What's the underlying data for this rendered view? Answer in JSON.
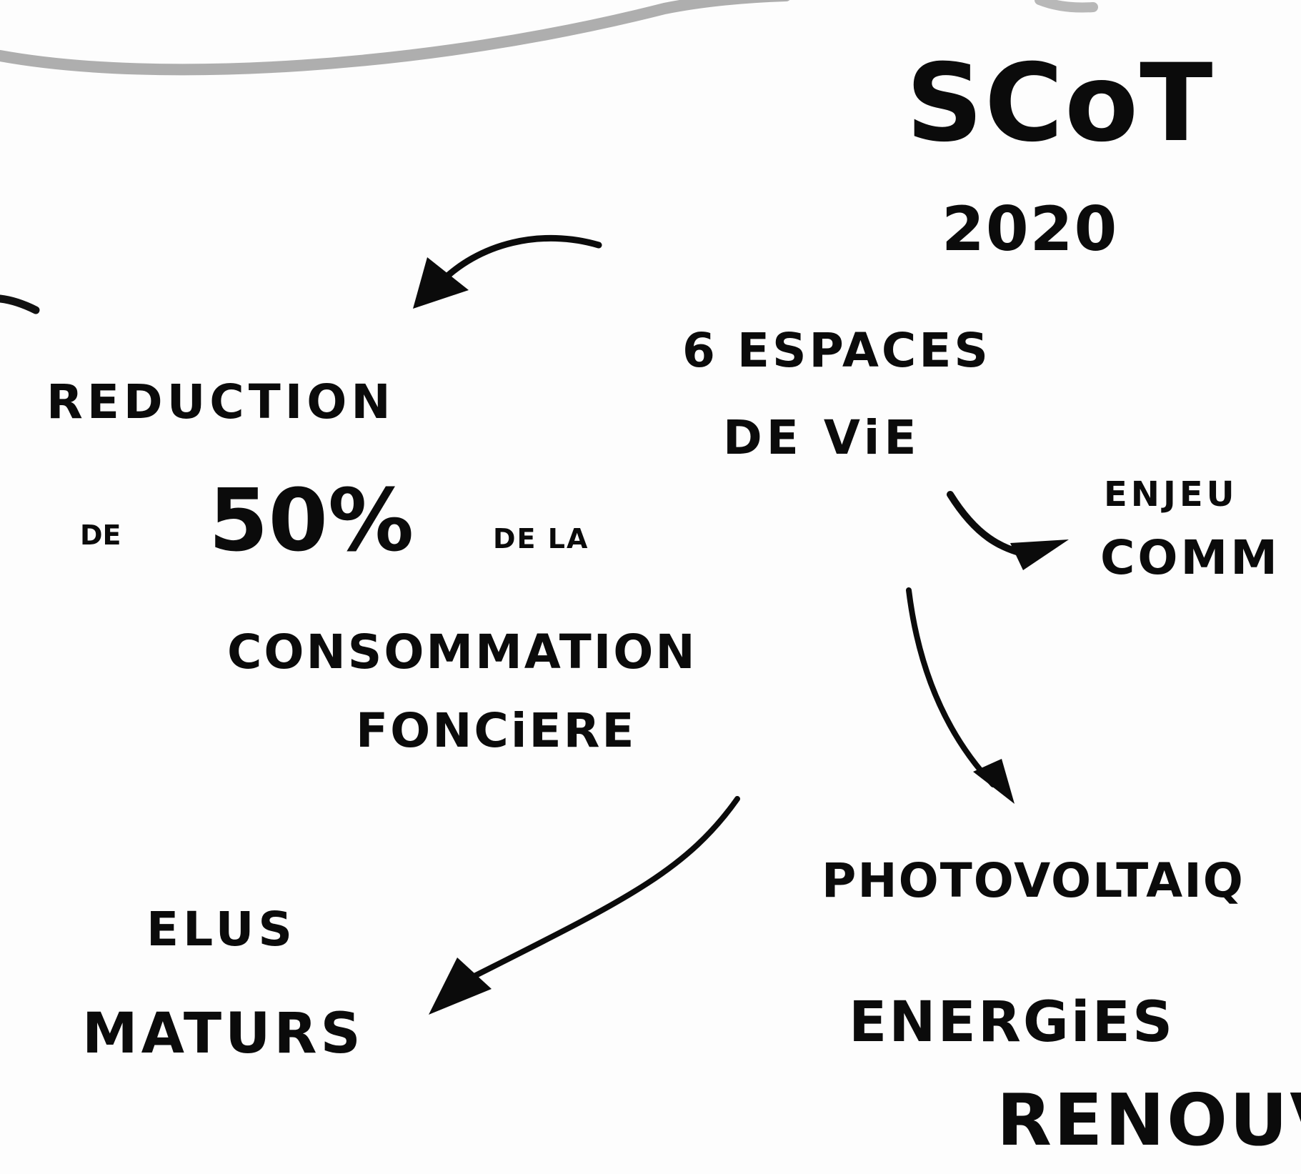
{
  "title": "SCoT",
  "year": "2020",
  "espaces": {
    "line1": "6 ESPACES",
    "line2": "DE ViE"
  },
  "enjeux": {
    "line1": "ENJEU",
    "line2": "COMM"
  },
  "reduction": {
    "line1": "REDUCTION",
    "line2": "DE",
    "line3": "50%",
    "line4": "DE LA",
    "line5": "CONSOMMATION",
    "line6": "FONCiERE"
  },
  "elus": {
    "line1": "ELUS",
    "line2": "MATURS"
  },
  "energies": {
    "line1": "PHOTOVOLTAIQ",
    "line2": "ENERGiES",
    "line3": "RENOUV"
  }
}
